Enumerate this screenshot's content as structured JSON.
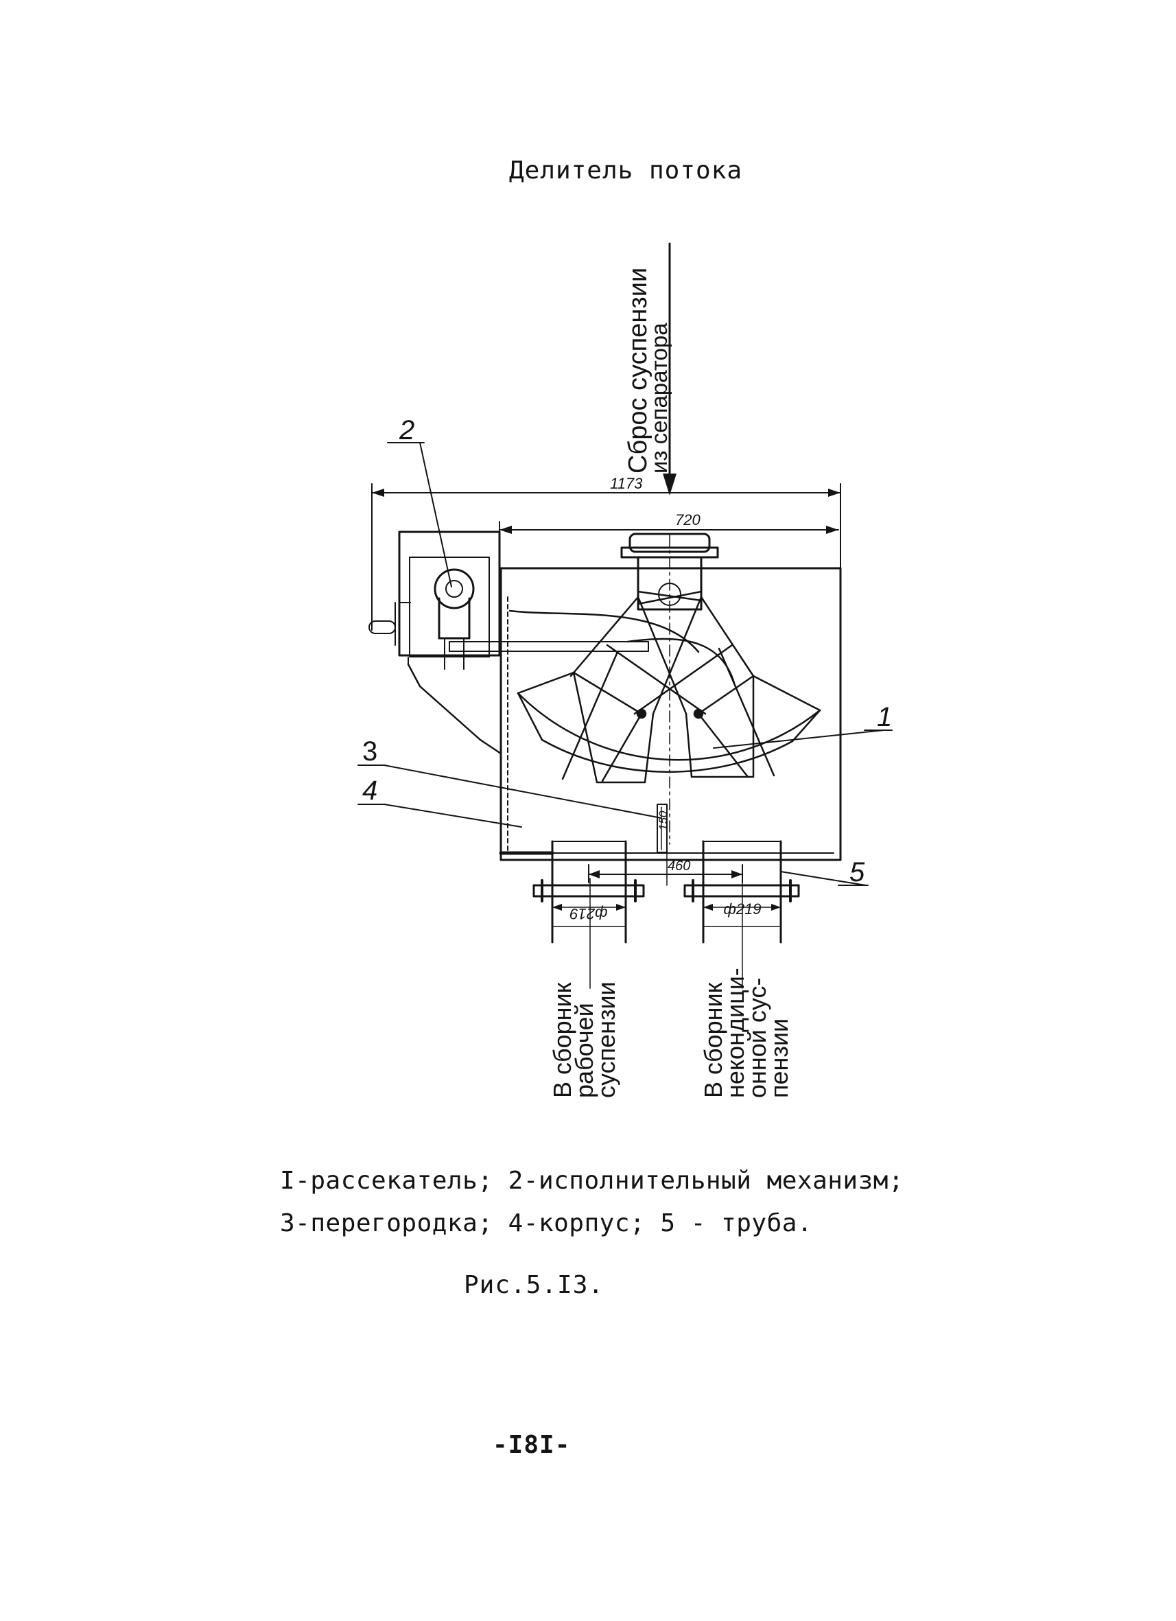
{
  "heading": "Делитель потока",
  "diagram": {
    "inlet_label_line1": "Сброс суспензии",
    "inlet_label_line2": "из сепаратора",
    "dimensions": {
      "overall_width": "1173",
      "body_width": "720",
      "pipe_spacing": "460",
      "partition_height": "150",
      "pipe_diameter_left": "ф219",
      "pipe_diameter_right": "ф219"
    },
    "callouts": {
      "splitter": "1",
      "actuator": "2",
      "partition": "3",
      "housing": "4",
      "pipe": "5"
    },
    "outlet_left": [
      "В сборник",
      "рабочей",
      "суспензии"
    ],
    "outlet_right": [
      "В сборник",
      "некондици-",
      "онной сус-",
      "пензии"
    ]
  },
  "legend": {
    "line1": "I-рассекатель; 2-исполнительный механизм;",
    "line2": "3-перегородка; 4-корпус; 5 - труба."
  },
  "figure_label": "Рис.5.I3.",
  "page_number": "-I8I-"
}
